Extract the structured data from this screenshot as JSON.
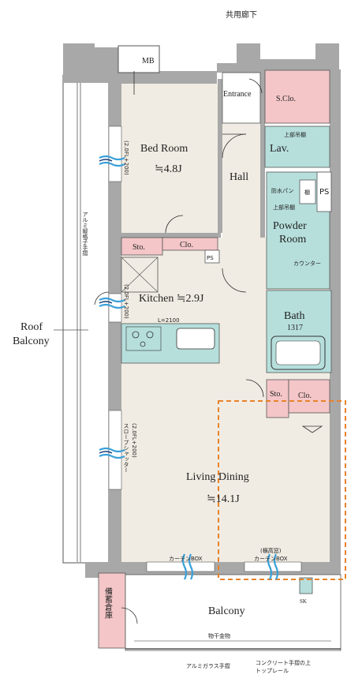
{
  "labels": {
    "corridor": "共用廊下",
    "mb": "MB",
    "entrance": "Entrance",
    "sclo": "S.Clo.",
    "bedroom": "Bed Room",
    "bedroom_area": "≒4.8J",
    "hall": "Hall",
    "lav": "Lav.",
    "upper_shelf_1": "上部吊棚",
    "waterproof_pan": "防水パン",
    "upper_shelf_2": "上部吊棚",
    "shelf": "棚",
    "ps_right": "PS",
    "powder_room": "Powder\nRoom",
    "counter": "カウンター",
    "sto_1": "Sto.",
    "clo_1": "Clo.",
    "ps_small": "PS",
    "kitchen": "Kitchen ≒2.9J",
    "kitchen_l": "L=2100",
    "bath": "Bath",
    "bath_size": "1317",
    "roof_balcony": "Roof\nBalcony",
    "sto_2": "Sto.",
    "clo_2": "Clo.",
    "living_dining": "Living Dining",
    "living_area": "≒14.1J",
    "curtain_box_1": "カーテンBOX",
    "curtain_box_2": "カーテンBOX",
    "high_window": "(横高窓)",
    "storage": "備蓄倉庫",
    "balcony": "Balcony",
    "sk": "SK",
    "clothes_rail": "物干金物",
    "glass_rail": "アルミガラス手摺",
    "concrete_rail": "コンクリート手摺の上\nトップレール",
    "aluminum_rail": "アルミ縦格子手摺",
    "bed_window_note": "(2.0FL+200)",
    "kitchen_window_note": "(2.0FL+200)",
    "living_window_note": "スロープシャッター\n(2.0FL+200)"
  },
  "colors": {
    "wall": "#a8a8a8",
    "floor": "#f1ece3",
    "wet": "#b6dfdc",
    "storage": "#f4c6c8",
    "highlight": "#e8822a",
    "air": "#3aa0d8"
  }
}
